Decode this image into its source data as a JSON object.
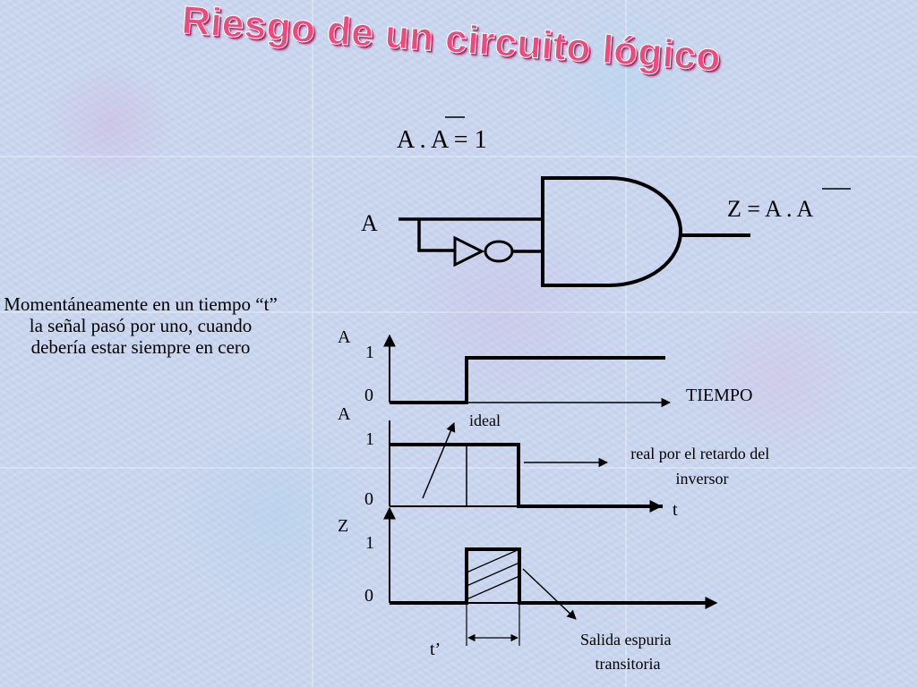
{
  "title": "Riesgo de un circuito lógico",
  "equation_top": {
    "text": "A . A = 1",
    "overbar_on": "second A"
  },
  "gate": {
    "input_label": "A",
    "output_label": "Z = A . A",
    "overbar_on": "second A"
  },
  "note": "Momentáneamente en un tiempo “t” la señal pasó por uno, cuando debería estar siempre en cero",
  "timing": {
    "signal_a": {
      "label": "A",
      "level_1": "1",
      "level_0": "0",
      "axis_label": "TIEMPO"
    },
    "signal_a_neg": {
      "label": "A",
      "level_1": "1",
      "level_0": "0",
      "axis_label": "t"
    },
    "signal_z": {
      "label": "Z",
      "level_1": "1",
      "level_0": "0"
    },
    "annotation_ideal": "ideal",
    "annotation_real": "real por el retardo del inversor",
    "annotation_real_lines": [
      "real por el retardo del",
      "inversor"
    ],
    "annotation_spurious": "Salida espuria transitoria",
    "annotation_spurious_lines": [
      "Salida espuria",
      "transitoria"
    ],
    "interval_label": "t’"
  }
}
